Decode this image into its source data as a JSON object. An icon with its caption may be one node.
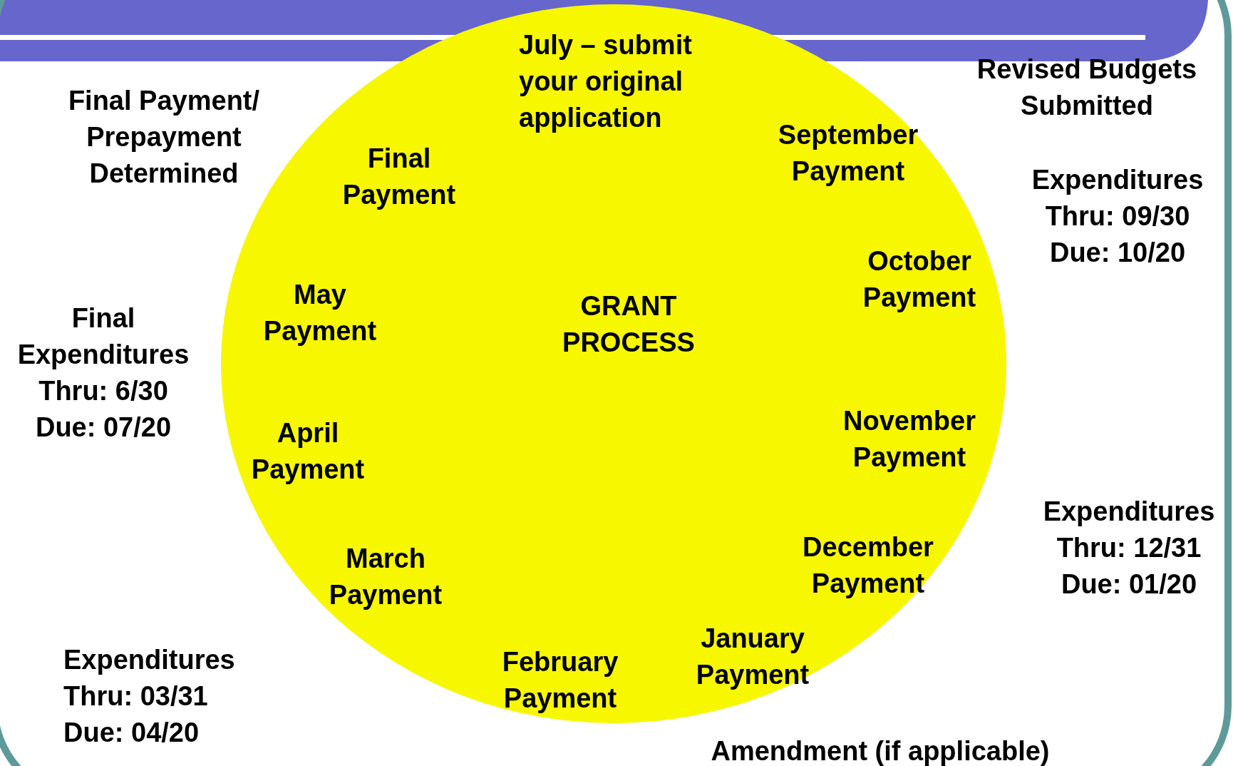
{
  "diagram": {
    "nodes": [
      {
        "text": [
          "July – submit your original application",
          "September Payment",
          "Final Payment",
          "October Payment",
          "May Payment",
          "GRANT PROCESS",
          "November Payment",
          "April Payment",
          "December Payment",
          "March Payment",
          "January Payment",
          "February Payment"
        ]
      }
    ],
    "labels": [
      "Final Payment/ Prepayment Determined",
      "Revised Budgets Submitted",
      "Expenditures Thru: 09/30 Due: 10/20",
      "Final Expenditures Thru: 6/30 Due: 07/20",
      "Expenditures Thru: 12/31 Due: 01/20",
      "Expenditures Thru: 03/31 Due: 04/20",
      "Amendment (if applicable)"
    ]
  }
}
